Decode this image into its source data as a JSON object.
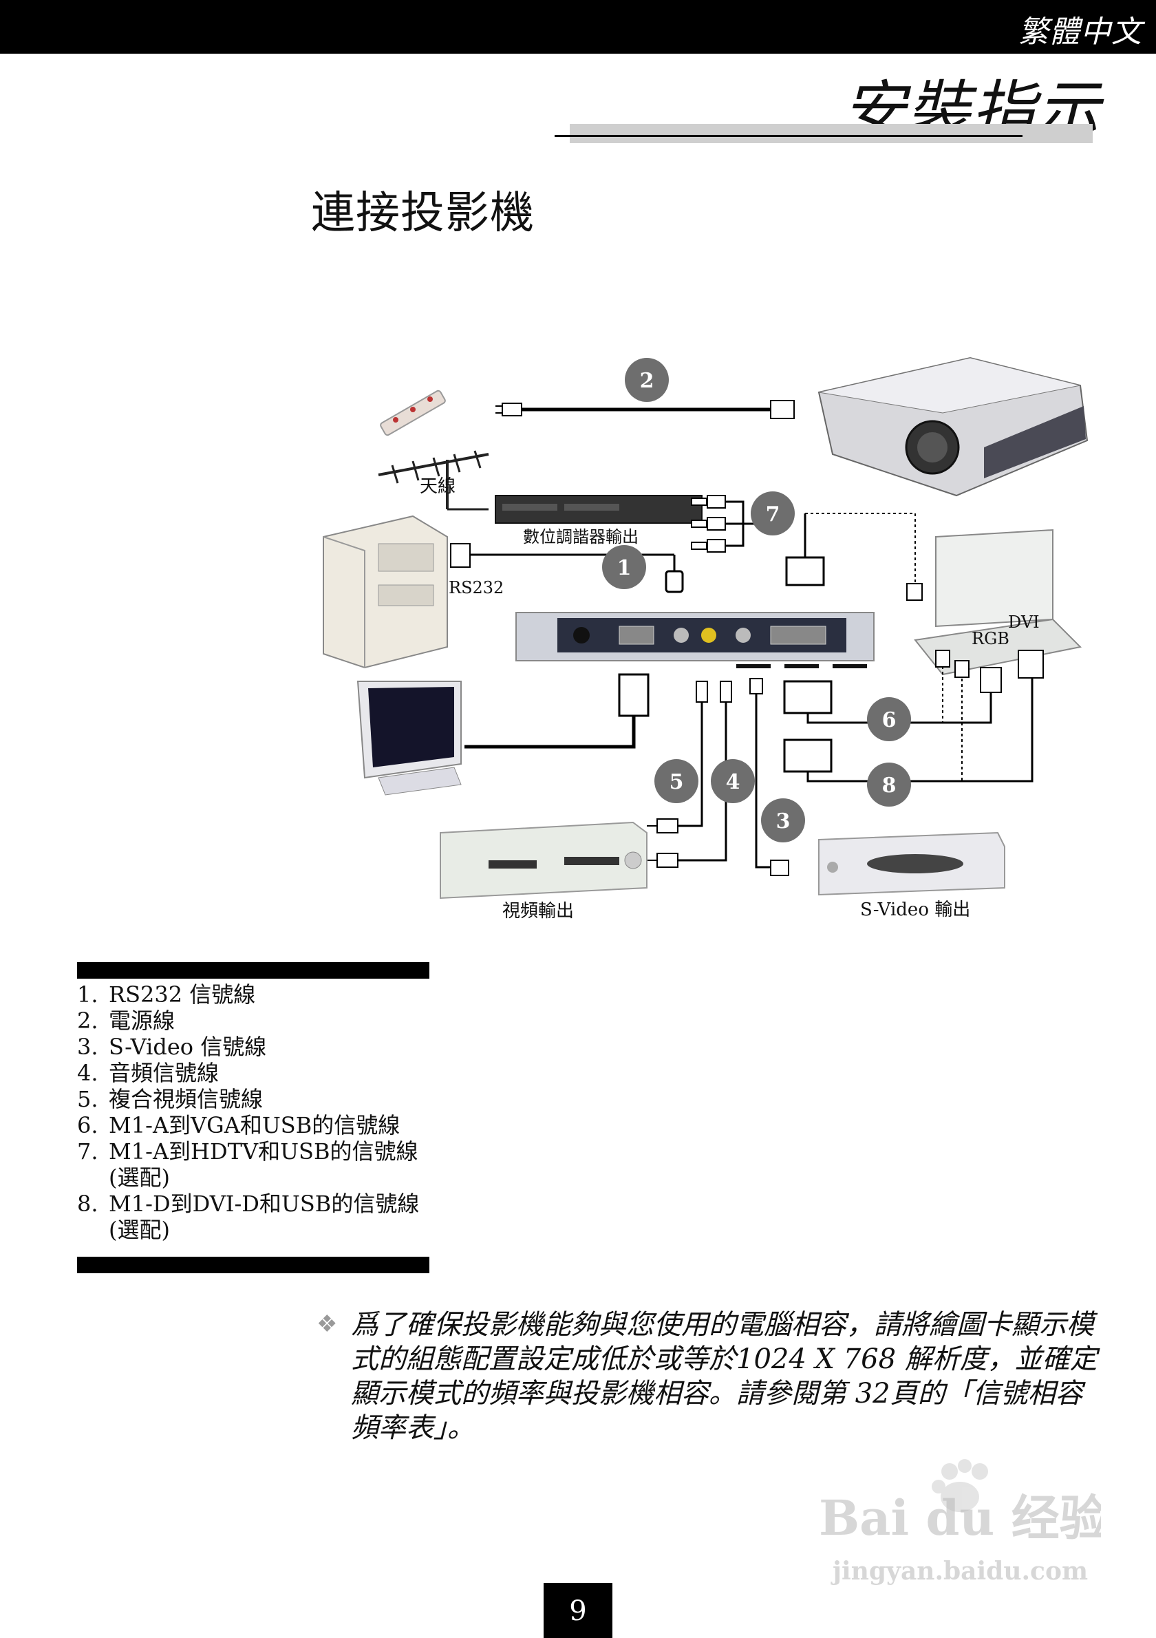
{
  "header": {
    "language": "繁體中文",
    "section_title": "安裝指示"
  },
  "page": {
    "subtitle": "連接投影機",
    "number": "9"
  },
  "diagram": {
    "labels": {
      "antenna": "天線",
      "set_top_box_output": "數位調諧器輸出",
      "rs232": "RS232",
      "dvi": "DVI",
      "rgb": "RGB",
      "video_output": "視頻輸出",
      "svideo_output": "S-Video 輸出"
    },
    "callouts": [
      "1",
      "2",
      "3",
      "4",
      "5",
      "6",
      "7",
      "8"
    ]
  },
  "legend": [
    {
      "num": "1.",
      "text": "RS232 信號線"
    },
    {
      "num": "2.",
      "text": "電源線"
    },
    {
      "num": "3.",
      "text": "S-Video 信號線"
    },
    {
      "num": "4.",
      "text": "音頻信號線"
    },
    {
      "num": "5.",
      "text": "複合視頻信號線"
    },
    {
      "num": "6.",
      "text": "M1-A到VGA和USB的信號線"
    },
    {
      "num": "7.",
      "text": "M1-A到HDTV和USB的信號線 (選配)"
    },
    {
      "num": "8.",
      "text": "M1-D到DVI-D和USB的信號線 (選配)"
    }
  ],
  "note": {
    "icon": "diamond-bullet-icon",
    "text": "爲了確保投影機能夠與您使用的電腦相容，請將繪圖卡顯示模式的組態配置設定成低於或等於1024 X 768 解析度，並確定顯示模式的頻率與投影機相容。請參閱第 32頁的「信號相容頻率表」。"
  },
  "watermark": {
    "brand": "Bai du 经验",
    "url": "jingyan.baidu.com"
  },
  "colors": {
    "callout_fill": "#6e6e6e",
    "header_bar": "#000000",
    "rule_gray": "#cfcfcf"
  }
}
